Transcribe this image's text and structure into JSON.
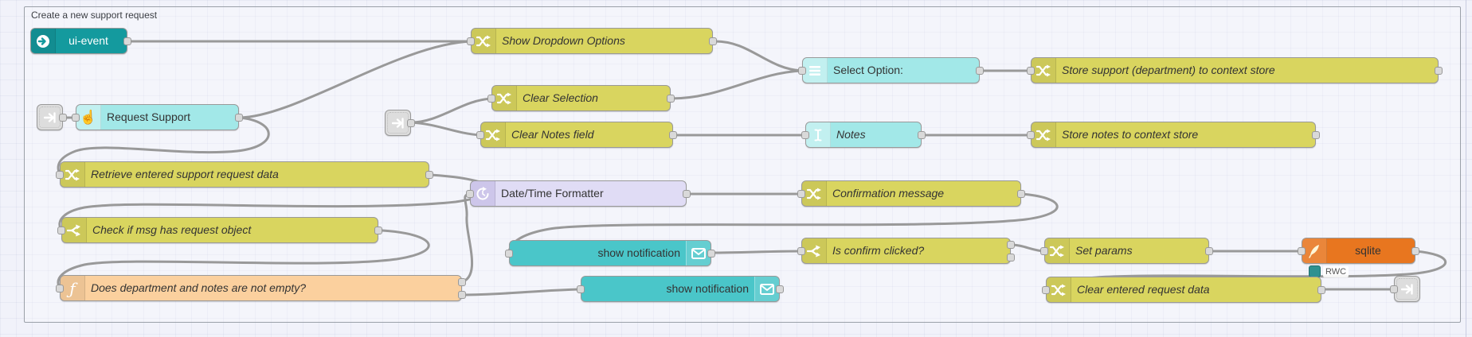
{
  "workspace": {
    "group_label": "Create a new support request"
  },
  "colors": {
    "ui_event_teal": "#149a9e",
    "widget_cyan": "#a2e8e8",
    "change_yellow": "#d9d55f",
    "formatter_lavender": "#e0dcf5",
    "notification_teal": "#4ac6c9",
    "function_peach": "#fbd09e",
    "sqlite_orange": "#e8761f",
    "wire_gray": "#999999"
  },
  "nodes": {
    "ui_event": {
      "label": "ui-event"
    },
    "show_dropdown": {
      "label": "Show Dropdown Options"
    },
    "request_support": {
      "label": "Request Support"
    },
    "select_option": {
      "label": "Select Option:"
    },
    "store_support": {
      "label": "Store support (department) to context store"
    },
    "clear_selection": {
      "label": "Clear Selection"
    },
    "clear_notes": {
      "label": "Clear Notes field"
    },
    "notes": {
      "label": "Notes"
    },
    "store_notes": {
      "label": "Store notes to context store"
    },
    "retrieve": {
      "label": "Retrieve entered support request data"
    },
    "datetime_formatter": {
      "label": "Date/Time Formatter"
    },
    "confirmation": {
      "label": "Confirmation message"
    },
    "check_request": {
      "label": "Check if msg has request object"
    },
    "show_notification_1": {
      "label": "show notification"
    },
    "is_confirm": {
      "label": "Is confirm clicked?"
    },
    "set_params": {
      "label": "Set params"
    },
    "sqlite": {
      "label": "sqlite",
      "badge": "RWC"
    },
    "does_not_empty": {
      "label": "Does department and notes are not empty?"
    },
    "show_notification_2": {
      "label": "show notification"
    },
    "clear_entered": {
      "label": "Clear entered request data"
    }
  }
}
